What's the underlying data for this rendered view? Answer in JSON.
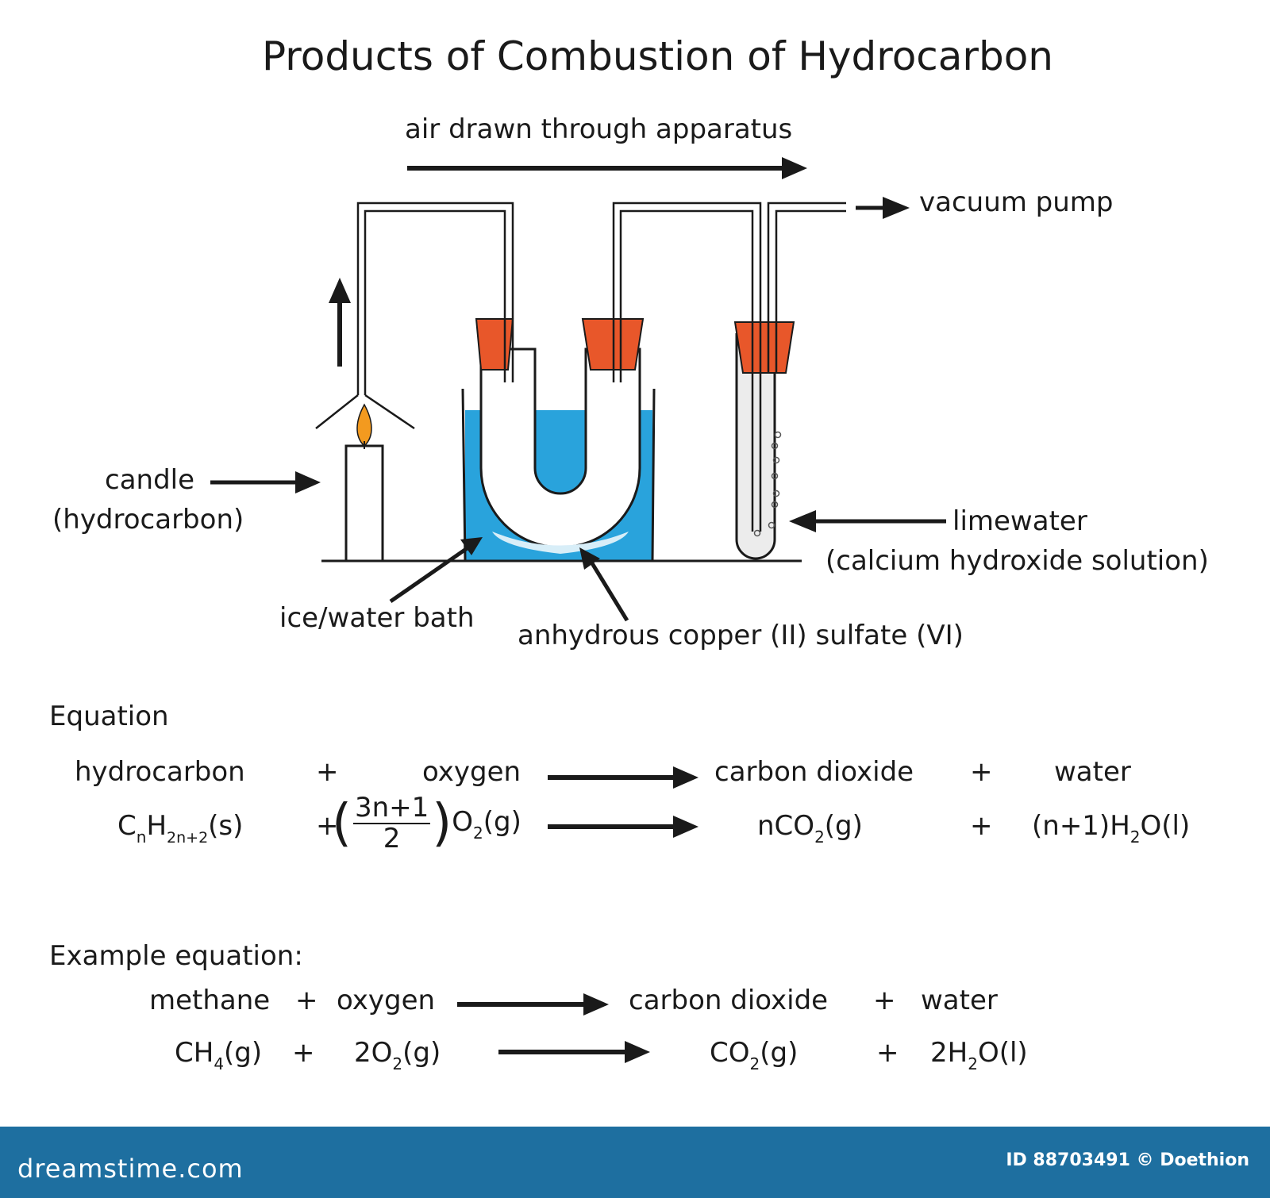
{
  "title": "Products of Combustion of Hydrocarbon",
  "diagram_labels": {
    "air_flow": "air drawn through apparatus",
    "vacuum_pump": "vacuum pump",
    "candle_line1": "candle",
    "candle_line2": "(hydrocarbon)",
    "limewater_line1": "limewater",
    "limewater_line2": "(calcium hydroxide solution)",
    "ice_bath": "ice/water bath",
    "copper_sulfate": "anhydrous copper (II) sulfate (VI)"
  },
  "equation": {
    "heading": "Equation",
    "words": {
      "reactant1": "hydrocarbon",
      "plus1": "+",
      "reactant2": "oxygen",
      "product1": "carbon dioxide",
      "plus2": "+",
      "product2": "water"
    },
    "formula": {
      "hc_c": "C",
      "hc_n": "n",
      "hc_h": "H",
      "hc_2n2": "2n+2",
      "hc_state": "(s)",
      "plus1": "+",
      "frac_open": "(",
      "frac_num": "3n+1",
      "frac_den": "2",
      "frac_close": ")",
      "o2_o": "O",
      "o2_2": "2",
      "o2_state": "(g)",
      "co2_pre": "nCO",
      "co2_2": "2",
      "co2_state": "(g)",
      "plus2": "+",
      "h2o_pre": "(n+1)H",
      "h2o_2": "2",
      "h2o_post": "O(l)"
    }
  },
  "example": {
    "heading": "Example equation:",
    "words": {
      "reactant1": "methane",
      "plus1": "+",
      "reactant2": "oxygen",
      "product1": "carbon dioxide",
      "plus2": "+",
      "product2": "water"
    },
    "formula": {
      "ch4_pre": "CH",
      "ch4_4": "4",
      "ch4_state": "(g)",
      "plus1": "+",
      "o2_pre": "2O",
      "o2_2": "2",
      "o2_state": "(g)",
      "co2_pre": "CO",
      "co2_2": "2",
      "co2_state": "(g)",
      "plus2": "+",
      "h2o_pre": "2H",
      "h2o_2": "2",
      "h2o_post": "O(l)"
    }
  },
  "footer": {
    "brand": "dreamstime.com",
    "credit": "ID 88703491 © Doethion"
  },
  "colors": {
    "water": "#29a3dc",
    "stopper": "#e8572a",
    "flame": "#f39a1f",
    "footer_bg": "#1e6fa0",
    "ink": "#1a1a1a"
  }
}
